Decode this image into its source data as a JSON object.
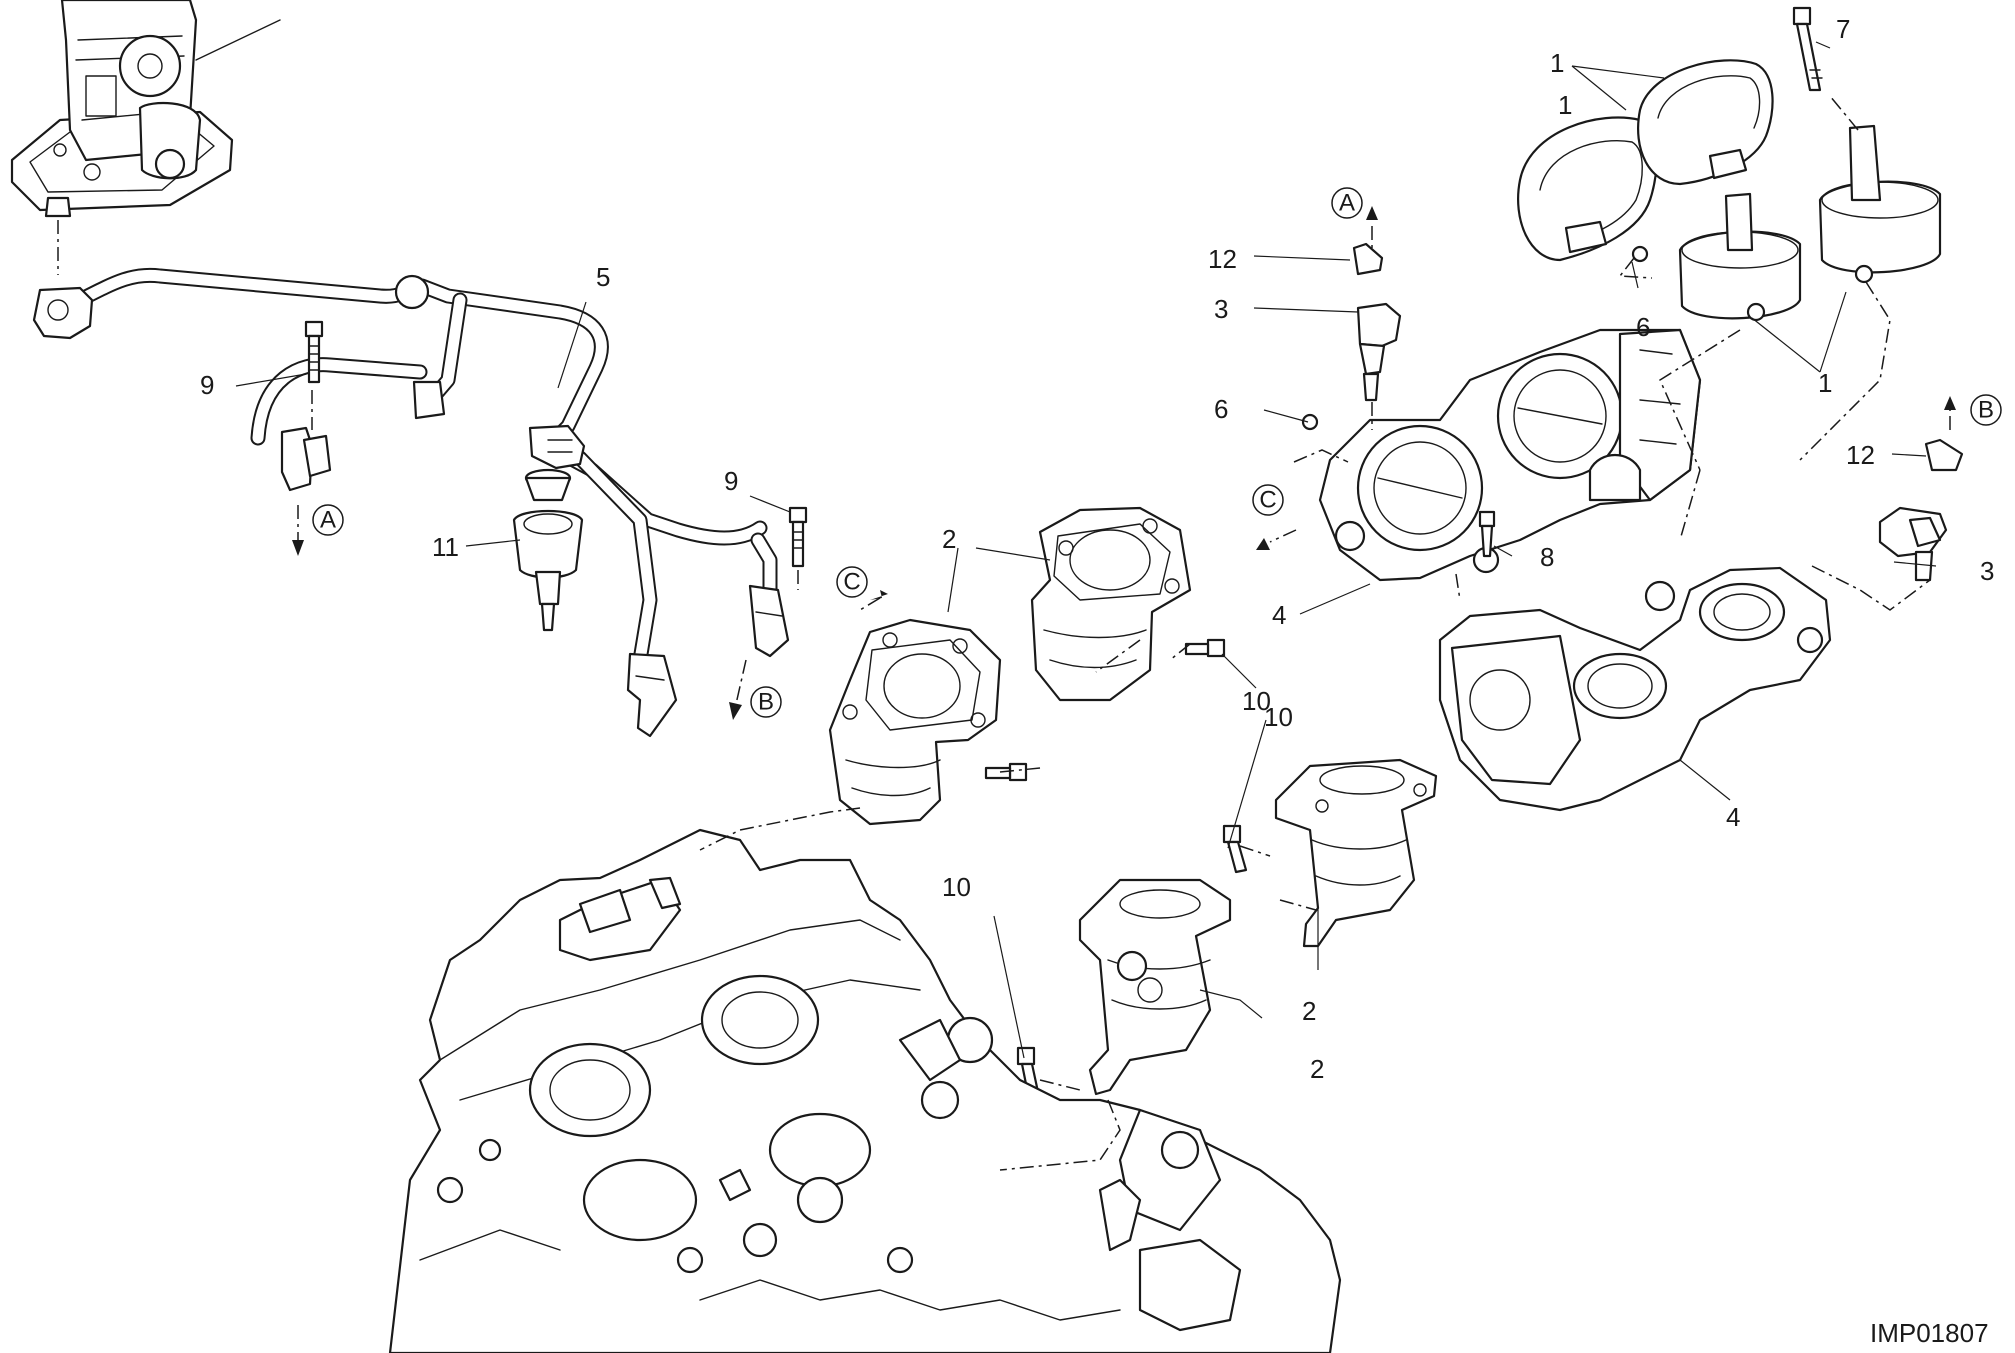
{
  "callouts": {
    "c1a": "1",
    "c1b": "1",
    "c1c": "1",
    "c2a": "2",
    "c2b": "2",
    "c2c": "2",
    "c3a": "3",
    "c3b": "3",
    "c4a": "4",
    "c4b": "4",
    "c5": "5",
    "c6a": "6",
    "c6b": "6",
    "c7": "7",
    "c8": "8",
    "c9a": "9",
    "c9b": "9",
    "c10a": "10",
    "c10b": "10",
    "c10c": "10",
    "c11": "11",
    "c12a": "12",
    "c12b": "12"
  },
  "refs": {
    "a1": "A",
    "a2": "A",
    "b1": "B",
    "b2": "B",
    "c1": "C",
    "c2": "C"
  },
  "drawing_code": "IMP01807"
}
